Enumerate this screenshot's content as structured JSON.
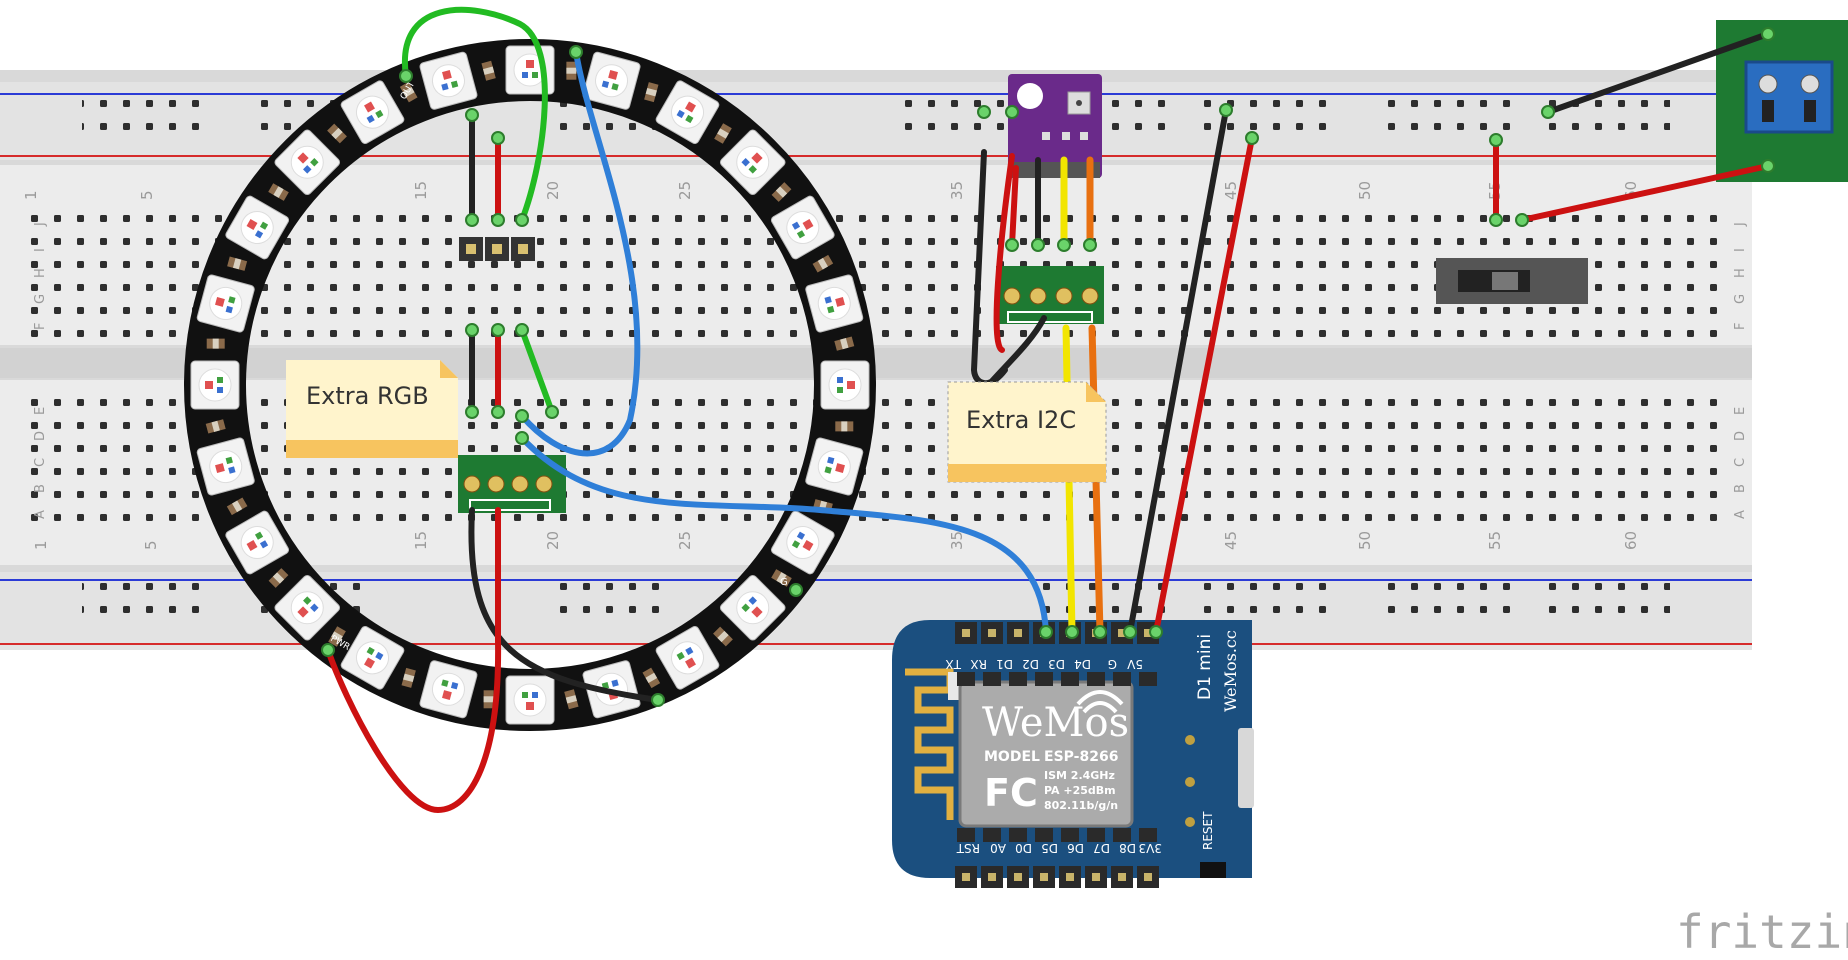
{
  "app": {
    "watermark": "fritzing"
  },
  "notes": [
    {
      "id": "extra-rgb",
      "text": "Extra RGB"
    },
    {
      "id": "extra-i2c",
      "text": "Extra I2C"
    }
  ],
  "breadboard": {
    "column_numbers": [
      "1",
      "5",
      "15",
      "20",
      "25",
      "35",
      "45",
      "50",
      "55",
      "60"
    ],
    "row_letters_top": [
      "J",
      "I",
      "H",
      "G",
      "F"
    ],
    "row_letters_bottom": [
      "E",
      "D",
      "C",
      "B",
      "A"
    ]
  },
  "neopixel_ring": {
    "pin_labels": {
      "out": "OUT",
      "pwr": "PWR",
      "gnd": "G"
    }
  },
  "wemos": {
    "logo": "WeMos",
    "model_label": "MODEL",
    "model_value": "ESP-8266",
    "fcc": "FC",
    "specs": [
      "ISM 2.4GHz",
      "PA +25dBm",
      "802.11b/g/n"
    ],
    "side_title": "D1 mini",
    "side_url": "WeMos.cc",
    "reset_label": "RESET",
    "top_pins": [
      "TX",
      "RX",
      "D1",
      "D2",
      "D3",
      "D4",
      "G",
      "5V"
    ],
    "bottom_pins": [
      "RST",
      "A0",
      "D0",
      "D5",
      "D6",
      "D7",
      "D8",
      "3V3"
    ]
  },
  "colors": {
    "wire_red": "#cc1111",
    "wire_black": "#222222",
    "wire_green": "#22bb22",
    "wire_blue": "#2f7fd8",
    "wire_yellow": "#f2e500",
    "wire_orange": "#e87010",
    "board_blue": "#1b4f7f",
    "sensor_purple": "#6a2a8a",
    "pcb_green": "#1e7a32",
    "note_yellow": "#fff4cc"
  }
}
